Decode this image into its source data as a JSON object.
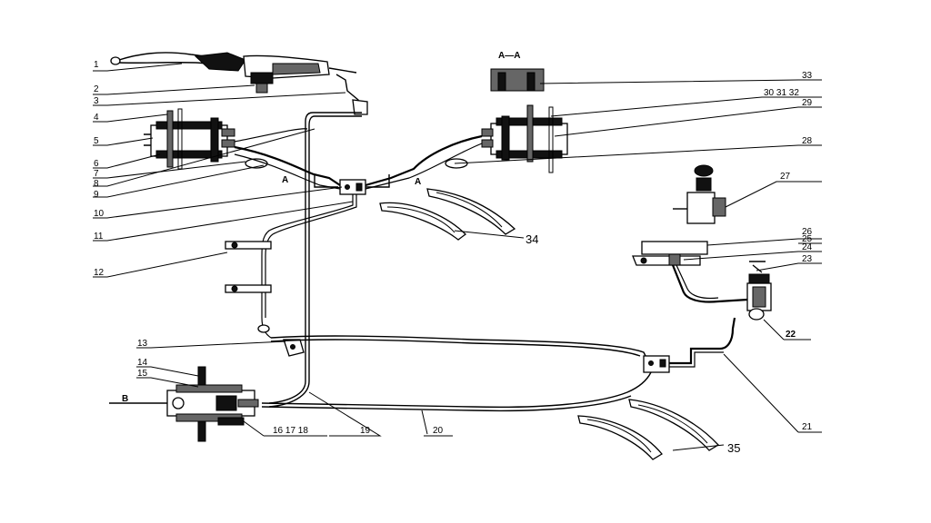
{
  "diagram": {
    "callouts": {
      "c1": "1",
      "c2": "2",
      "c3": "3",
      "c4": "4",
      "c5": "5",
      "c6": "6",
      "c7": "7",
      "c8": "8",
      "c9": "9",
      "c10": "10",
      "c11": "11",
      "c12": "12",
      "c13": "13",
      "c14": "14",
      "c15": "15",
      "c16_18": "16 17 18",
      "c19": "19",
      "c20": "20",
      "c21": "21",
      "c22": "22",
      "c23": "23",
      "c24": "24",
      "c25": "25",
      "c26": "26",
      "c27": "27",
      "c28": "28",
      "c29": "29",
      "c30_32": "30 31 32",
      "c33": "33",
      "c34": "34",
      "c35": "35"
    },
    "section_title": "A—A",
    "section_marker_left": "A",
    "section_marker_right": "A",
    "view_marker": "B"
  }
}
